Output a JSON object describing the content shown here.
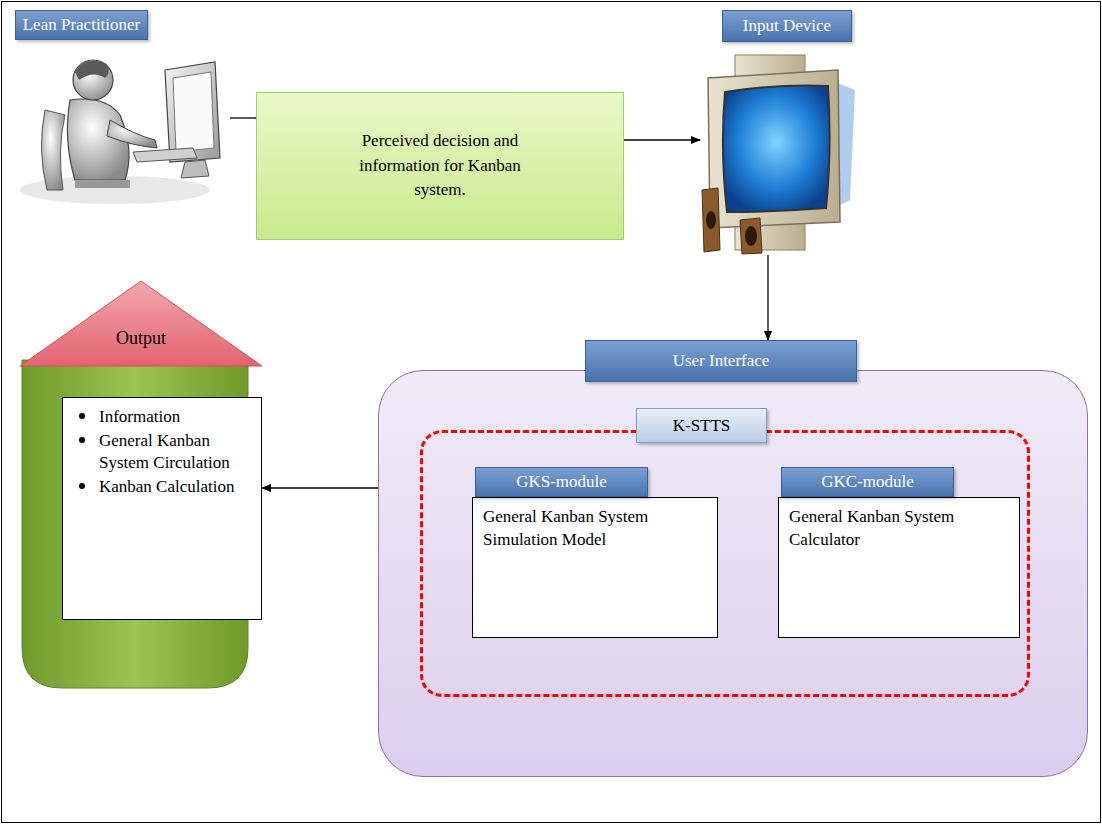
{
  "diagram": {
    "nodes": [
      {
        "text": [
          "Lean Practitioner"
        ]
      },
      {
        "text": [
          "Perceived decision and information for Kanban system."
        ]
      },
      {
        "text": [
          "Input Device"
        ]
      },
      {
        "text": [
          "Output"
        ]
      },
      {
        "text": [
          "Information",
          "General Kanban System Circulation",
          "Kanban Calculation"
        ],
        "in": 3
      },
      {
        "text": [
          "User Interface"
        ]
      },
      {
        "text": [
          "K-STTS"
        ],
        "in": 5
      },
      {
        "text": [
          "GKS-module",
          "General Kanban System Simulation Model"
        ],
        "in": 6
      },
      {
        "text": [
          "GKC-module",
          "General Kanban System Calculator"
        ],
        "in": 6
      }
    ],
    "edges": [
      {
        "from": 0,
        "to": 1,
        "arrow": "none"
      },
      {
        "from": 1,
        "to": 2,
        "arrow": "to"
      },
      {
        "from": 2,
        "to": 5,
        "arrow": "to"
      },
      {
        "from": 5,
        "to": 4,
        "arrow": "to"
      }
    ]
  }
}
